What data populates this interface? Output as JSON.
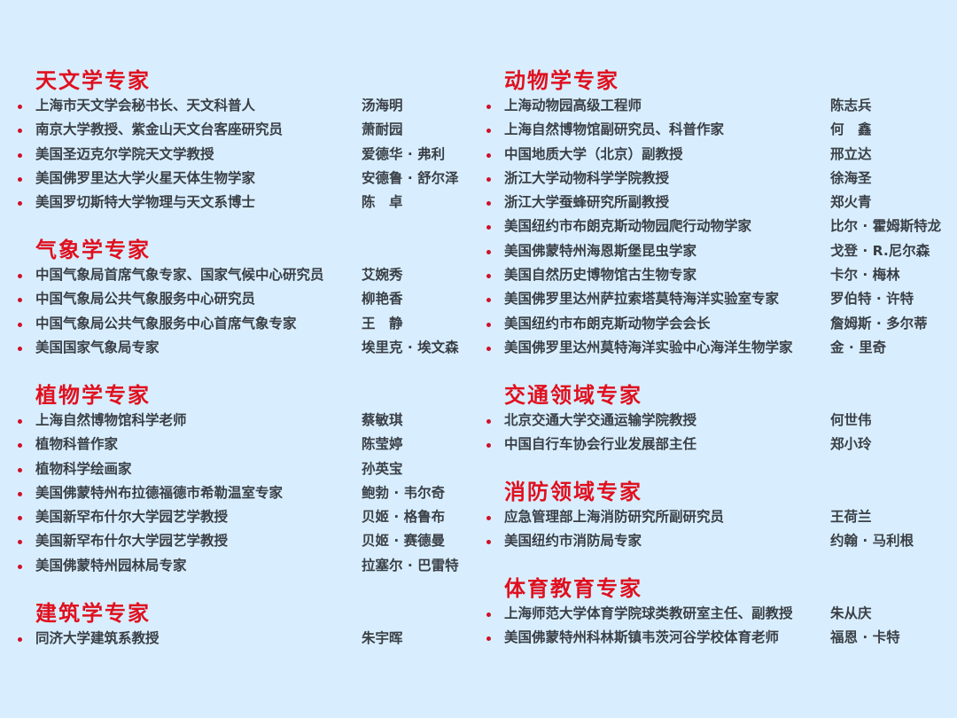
{
  "colors": {
    "background": "#D8EEFF",
    "heading": "#E0101E",
    "bullet": "#D0102A",
    "text": "#3A3F45"
  },
  "left_column": {
    "sections": [
      {
        "title": "天文学专家",
        "items": [
          {
            "role": "上海市天文学会秘书长、天文科普人",
            "name": "汤海明"
          },
          {
            "role": "南京大学教授、紫金山天文台客座研究员",
            "name": "萧耐园"
          },
          {
            "role": "美国圣迈克尔学院天文学教授",
            "name": "爱德华 · 弗利"
          },
          {
            "role": "美国佛罗里达大学火星天体生物学家",
            "name": "安德鲁 · 舒尔泽"
          },
          {
            "role": "美国罗切斯特大学物理与天文系博士",
            "name": "陈　卓"
          }
        ]
      },
      {
        "title": "气象学专家",
        "items": [
          {
            "role": "中国气象局首席气象专家、国家气候中心研究员",
            "name": "艾婉秀"
          },
          {
            "role": "中国气象局公共气象服务中心研究员",
            "name": "柳艳香"
          },
          {
            "role": "中国气象局公共气象服务中心首席气象专家",
            "name": "王　静"
          },
          {
            "role": "美国国家气象局专家",
            "name": "埃里克 · 埃文森"
          }
        ]
      },
      {
        "title": "植物学专家",
        "items": [
          {
            "role": "上海自然博物馆科学老师",
            "name": "蔡敏琪"
          },
          {
            "role": "植物科普作家",
            "name": "陈莹婷"
          },
          {
            "role": "植物科学绘画家",
            "name": "孙英宝"
          },
          {
            "role": "美国佛蒙特州布拉德福德市希勒温室专家",
            "name": "鲍勃 · 韦尔奇"
          },
          {
            "role": "美国新罕布什尔大学园艺学教授",
            "name": "贝姬 · 格鲁布"
          },
          {
            "role": "美国新罕布什尔大学园艺学教授",
            "name": "贝姬 · 赛德曼"
          },
          {
            "role": "美国佛蒙特州园林局专家",
            "name": "拉塞尔 · 巴雷特"
          }
        ]
      },
      {
        "title": "建筑学专家",
        "items": [
          {
            "role": "同济大学建筑系教授",
            "name": "朱宇晖"
          }
        ]
      }
    ]
  },
  "right_column": {
    "sections": [
      {
        "title": "动物学专家",
        "items": [
          {
            "role": "上海动物园高级工程师",
            "name": "陈志兵"
          },
          {
            "role": "上海自然博物馆副研究员、科普作家",
            "name": "何　鑫"
          },
          {
            "role": "中国地质大学（北京）副教授",
            "name": "邢立达"
          },
          {
            "role": "浙江大学动物科学学院教授",
            "name": "徐海圣"
          },
          {
            "role": "浙江大学蚕蜂研究所副教授",
            "name": "郑火青"
          },
          {
            "role": "美国纽约市布朗克斯动物园爬行动物学家",
            "name": "比尔 · 霍姆斯特龙"
          },
          {
            "role": "美国佛蒙特州海恩斯堡昆虫学家",
            "name": "戈登 · R.尼尔森"
          },
          {
            "role": "美国自然历史博物馆古生物专家",
            "name": "卡尔 · 梅林"
          },
          {
            "role": "美国佛罗里达州萨拉索塔莫特海洋实验室专家",
            "name": "罗伯特 · 许特"
          },
          {
            "role": "美国纽约市布朗克斯动物学会会长",
            "name": "詹姆斯 · 多尔蒂"
          },
          {
            "role": "美国佛罗里达州莫特海洋实验中心海洋生物学家",
            "name": "金 · 里奇"
          }
        ]
      },
      {
        "title": "交通领域专家",
        "items": [
          {
            "role": "北京交通大学交通运输学院教授",
            "name": "何世伟"
          },
          {
            "role": "中国自行车协会行业发展部主任",
            "name": "郑小玲"
          }
        ]
      },
      {
        "title": "消防领域专家",
        "items": [
          {
            "role": "应急管理部上海消防研究所副研究员",
            "name": "王荷兰"
          },
          {
            "role": "美国纽约市消防局专家",
            "name": "约翰 · 马利根"
          }
        ]
      },
      {
        "title": "体育教育专家",
        "items": [
          {
            "role": "上海师范大学体育学院球类教研室主任、副教授",
            "name": "朱从庆"
          },
          {
            "role": "美国佛蒙特州科林斯镇韦茨河谷学校体育老师",
            "name": "福恩 · 卡特"
          }
        ]
      }
    ]
  }
}
